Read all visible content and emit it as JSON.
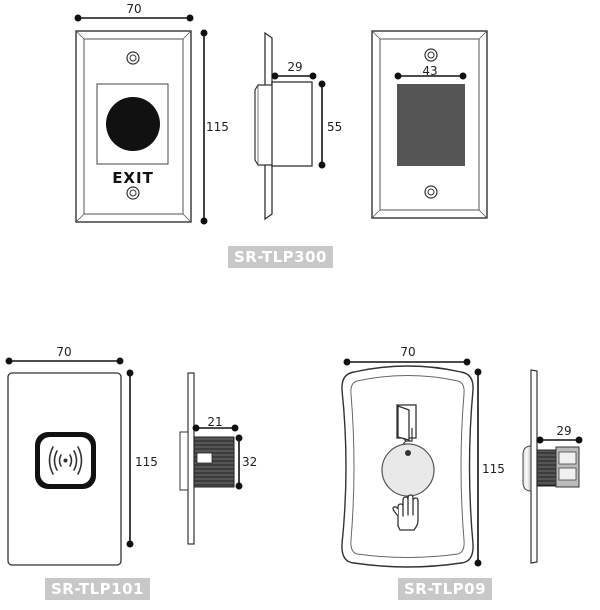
{
  "products": [
    {
      "model": "SR-TLP300",
      "dims": {
        "width": "70",
        "height": "115",
        "depth": "29",
        "body_height": "55",
        "back_window": "43"
      },
      "panel_text": "EXIT"
    },
    {
      "model": "SR-TLP101",
      "dims": {
        "width": "70",
        "height": "115",
        "depth": "21",
        "body_height": "32"
      }
    },
    {
      "model": "SR-TLP09",
      "dims": {
        "width": "70",
        "height": "115",
        "depth": "29"
      }
    }
  ]
}
